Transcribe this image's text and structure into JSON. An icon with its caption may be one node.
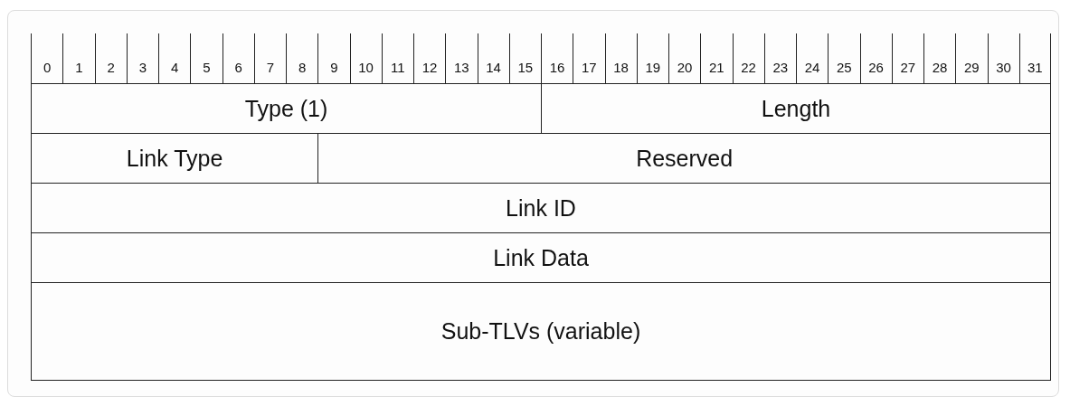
{
  "diagram": {
    "nodes": [
      {
        "text": [
          "Type (1)"
        ]
      },
      {
        "text": [
          "Length"
        ]
      },
      {
        "text": [
          "Link Type"
        ]
      },
      {
        "text": [
          "Reserved"
        ]
      },
      {
        "text": [
          "Link ID"
        ]
      },
      {
        "text": [
          "Link Data"
        ]
      },
      {
        "text": [
          "Sub-TLVs (variable)"
        ]
      }
    ],
    "labels": [
      "0",
      "1",
      "2",
      "3",
      "4",
      "5",
      "6",
      "7",
      "8",
      "9",
      "10",
      "11",
      "12",
      "13",
      "14",
      "15",
      "16",
      "17",
      "18",
      "19",
      "20",
      "21",
      "22",
      "23",
      "24",
      "25",
      "26",
      "27",
      "28",
      "29",
      "30",
      "31"
    ]
  }
}
